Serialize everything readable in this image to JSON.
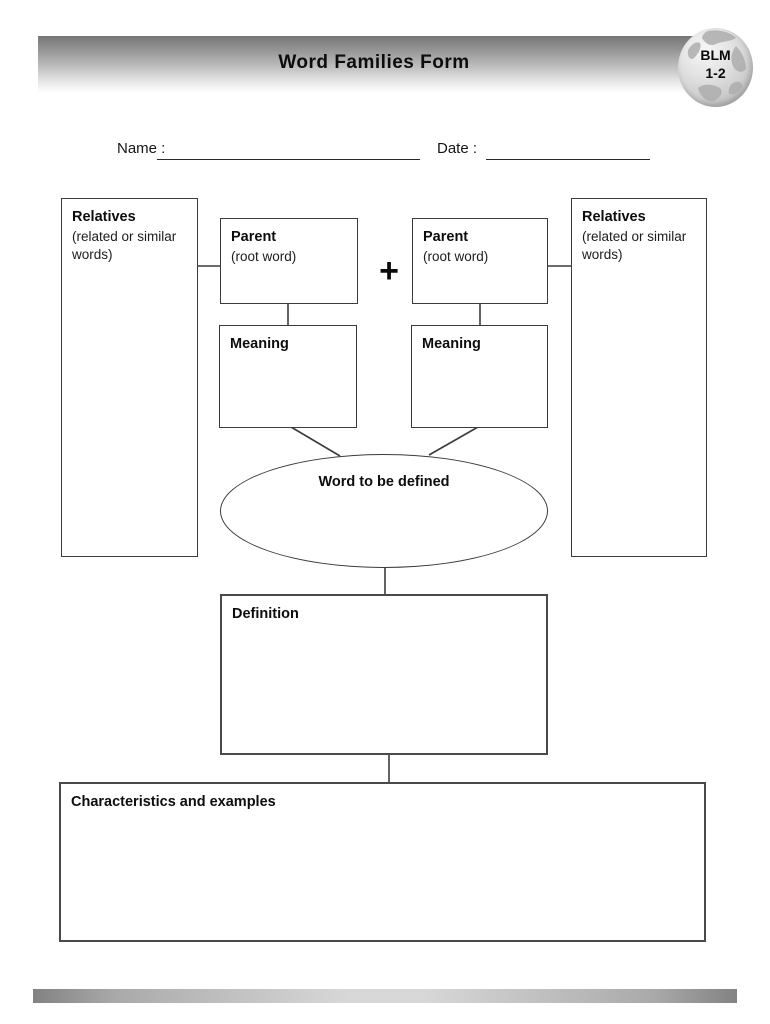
{
  "header": {
    "title": "Word Families Form",
    "badge_line1": "BLM",
    "badge_line2": "1-2"
  },
  "form": {
    "name_label": "Name :",
    "date_label": "Date :"
  },
  "diagram": {
    "relatives_left": {
      "title": "Relatives",
      "subtitle": "(related or similar words)"
    },
    "relatives_right": {
      "title": "Relatives",
      "subtitle": "(related or similar words)"
    },
    "parent_left": {
      "title": "Parent",
      "subtitle": "(root word)"
    },
    "parent_right": {
      "title": "Parent",
      "subtitle": "(root word)"
    },
    "plus": "+",
    "meaning_left": {
      "title": "Meaning"
    },
    "meaning_right": {
      "title": "Meaning"
    },
    "word_ellipse": {
      "title": "Word to be defined"
    },
    "definition": {
      "title": "Definition"
    },
    "characteristics": {
      "title": "Characteristics and examples"
    }
  },
  "colors": {
    "border": "#3c3c3c",
    "header_gradient_top": "#767676",
    "header_gradient_bottom": "#ffffff",
    "footer_edge": "#828282",
    "footer_middle": "#d8d8d8"
  }
}
